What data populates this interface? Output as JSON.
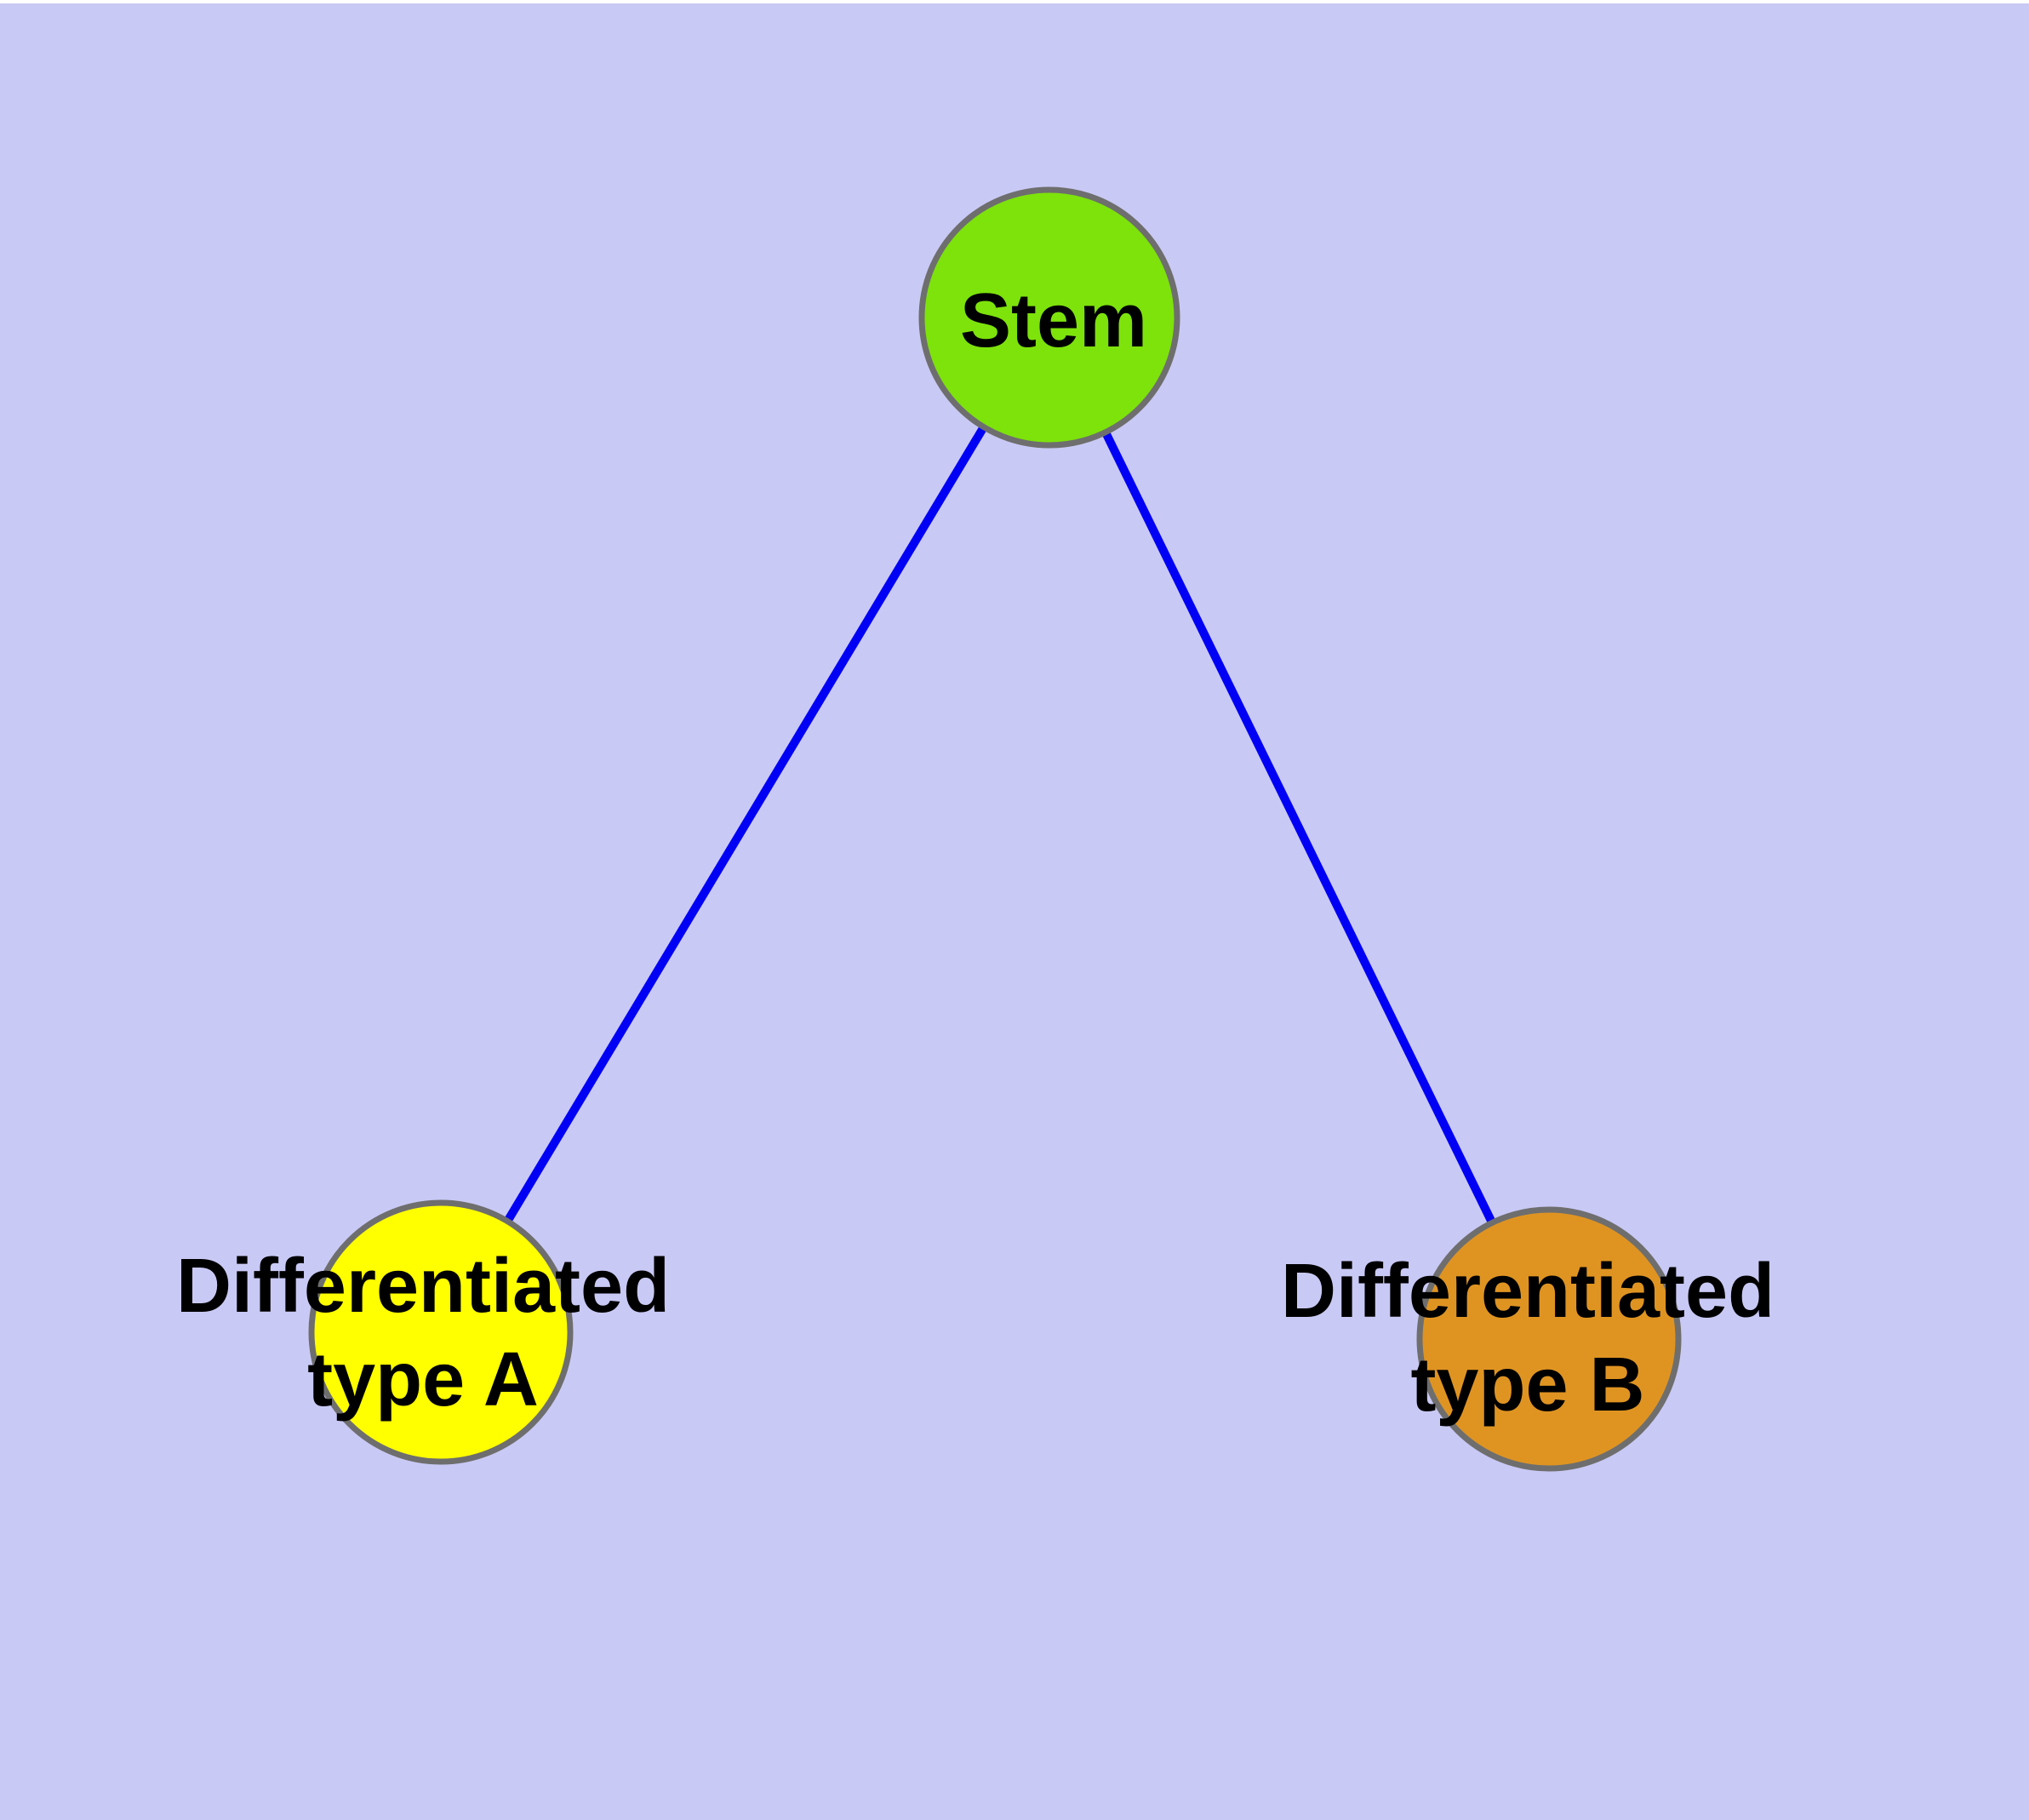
{
  "diagram": {
    "type": "graph",
    "background_color": "#C9C9F5",
    "top_margin_color": "#FFFFFF",
    "node_border_color": "#6E6E6E",
    "edge_color": "#0000F5",
    "label_color": "#000000"
  },
  "nodes": [
    {
      "id": "stem",
      "label": "Stem",
      "fill": "#7DE30B"
    },
    {
      "id": "differentiated-type-a",
      "label": "Differentiated type A",
      "label_line1": "Differentiated",
      "label_line2": "type A",
      "fill": "#FFFF00"
    },
    {
      "id": "differentiated-type-b",
      "label": "Differentiated type B",
      "label_line1": "Differentiated",
      "label_line2": "type B",
      "fill": "#DF9422"
    }
  ],
  "edges": [
    {
      "from": "stem",
      "to": "differentiated-type-a",
      "color": "#0000F5"
    },
    {
      "from": "stem",
      "to": "differentiated-type-b",
      "color": "#0000F5"
    }
  ]
}
